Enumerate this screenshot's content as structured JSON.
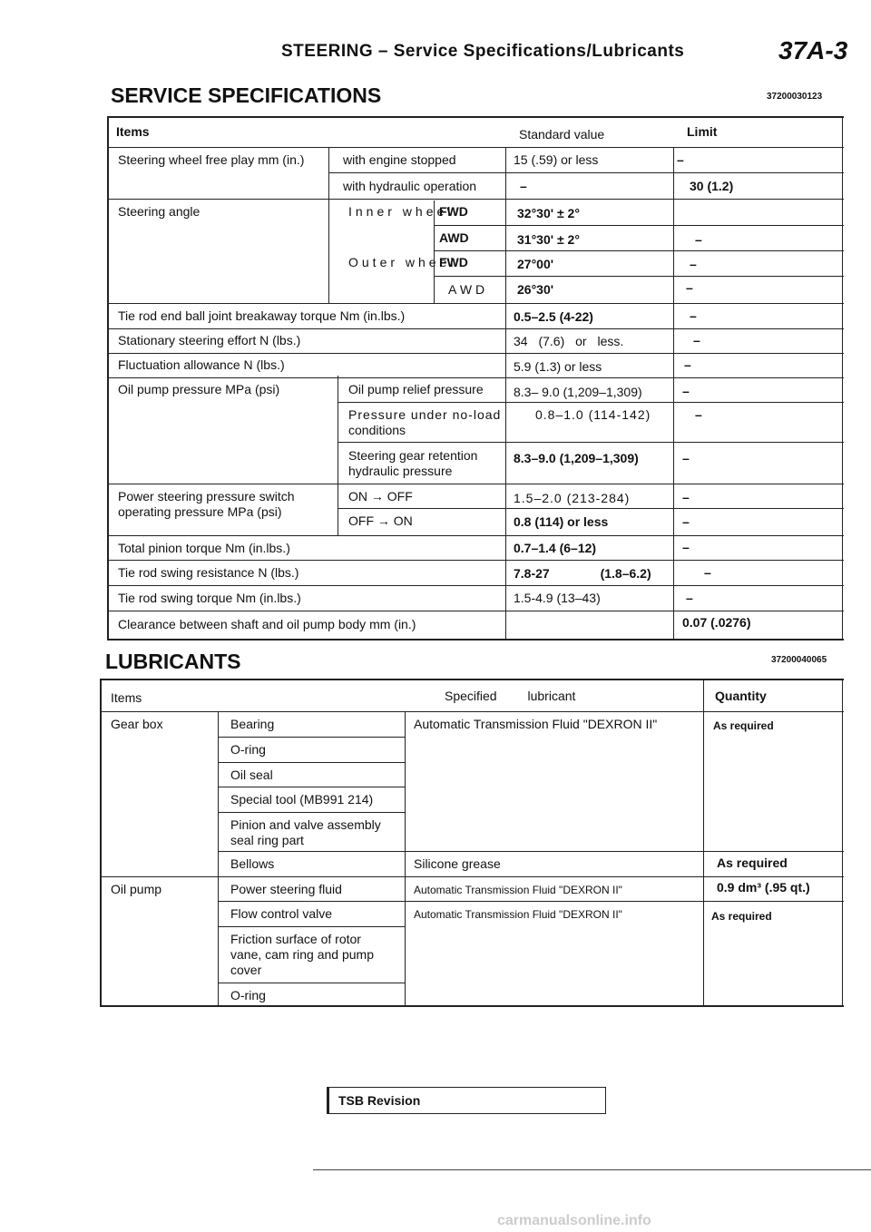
{
  "header": {
    "running_title": "STEERING – Service Specifications/Lubricants",
    "page_code": "37A-3"
  },
  "service_specs": {
    "title": "SERVICE SPECIFICATIONS",
    "ref_no": "37200030123",
    "col_items": "Items",
    "col_standard": "Standard value",
    "col_limit": "Limit",
    "free_play": {
      "label": "Steering wheel free play mm (in.)",
      "stopped_cond": "with engine stopped",
      "stopped_value": "15 (.59) or less",
      "stopped_limit": "–",
      "hydraulic_cond": "with hydraulic operation",
      "hydraulic_value": "–",
      "hydraulic_limit": "30 (1.2)"
    },
    "angle": {
      "label": "Steering angle",
      "inner": "Inner wheel",
      "outer": "Outer wheel",
      "fwd": "FWD",
      "awd": "AWD",
      "inner_fwd_value": "32°30' ± 2°",
      "inner_fwd_limit": "–",
      "inner_awd_value": "31°30' ± 2°",
      "inner_awd_limit": "–",
      "outer_fwd_value": "27°00'",
      "outer_fwd_limit": "–",
      "outer_awd_value": "26°30'",
      "outer_awd_limit": "–"
    },
    "breakaway": {
      "label": "Tie rod end ball joint breakaway torque Nm (in.lbs.)",
      "value": "0.5–2.5 (4-22)",
      "limit": "–"
    },
    "effort": {
      "label": "Stationary steering effort N (lbs.)",
      "value": "34 (7.6) or less.",
      "limit": "–"
    },
    "fluctuation": {
      "label": "Fluctuation allowance N (lbs.)",
      "value": "5.9 (1.3) or less",
      "limit": "–"
    },
    "oil_pressure": {
      "label": "Oil pump pressure MPa (psi)",
      "relief_cond": "Oil pump relief pressure",
      "relief_value": "8.3– 9.0 (1,209–1,309)",
      "relief_limit": "–",
      "noload_cond_1": "Pressure under no-load",
      "noload_cond_2": "conditions",
      "noload_value": "0.8–1.0 (114-142)",
      "noload_limit": "–",
      "retention_cond_1": "Steering gear retention",
      "retention_cond_2": "hydraulic pressure",
      "retention_value": "8.3–9.0 (1,209–1,309)",
      "retention_limit": "–"
    },
    "switch": {
      "label_1": "Power steering pressure switch",
      "label_2": "operating pressure MPa (psi)",
      "on_off": "ON → OFF",
      "on_off_value": "1.5–2.0 (213-284)",
      "on_off_limit": "–",
      "off_on": "OFF → ON",
      "off_on_value": "0.8 (114) or less",
      "off_on_limit": "–"
    },
    "pinion": {
      "label": "Total pinion torque Nm (in.lbs.)",
      "value": "0.7–1.4 (6–12)",
      "limit": "–"
    },
    "swing_resistance": {
      "label": "Tie rod swing resistance N (lbs.)",
      "value": "7.8-27 (1.8–6.2)",
      "limit": "–"
    },
    "swing_torque": {
      "label": "Tie rod swing torque Nm (in.lbs.)",
      "value": "1.5-4.9 (13–43)",
      "limit": "–"
    },
    "clearance": {
      "label": "Clearance between shaft and oil pump body mm (in.)",
      "value": "",
      "limit": "0.07 (.0276)"
    }
  },
  "lubricants": {
    "title": "LUBRICANTS",
    "ref_no": "37200040065",
    "col_items": "Items",
    "col_lubricant": "Specified lubricant",
    "col_quantity": "Quantity",
    "gear_box": "Gear box",
    "oil_pump": "Oil pump",
    "parts": {
      "bearing": "Bearing",
      "oring": "O-ring",
      "oil_seal": "Oil seal",
      "special_tool": "Special tool (MB991 214)",
      "pinion_1": "Pinion and valve assembly",
      "pinion_2": "seal ring part",
      "bellows": "Bellows",
      "fluid": "Power steering fluid",
      "flow_valve": "Flow control valve",
      "friction_1": "Friction surface of rotor",
      "friction_2": "vane, cam ring and pump",
      "friction_3": "cover",
      "pump_oring": "O-ring"
    },
    "lub": {
      "gear_atf": "Automatic Transmission Fluid \"DEXRON II\"",
      "silicone": "Silicone grease",
      "pump_atf": "Automatic Transmission Fluid \"DEXRON II\"",
      "valve_atf": "Automatic Transmission Fluid \"DEXRON II\""
    },
    "qty": {
      "gear": "As required",
      "bellows": "As required",
      "fluid": "0.9 dm³ (.95 qt.)",
      "valve": "As required"
    }
  },
  "footer": {
    "tsb": "TSB Revision",
    "watermark": "carmanualsonline.info"
  }
}
